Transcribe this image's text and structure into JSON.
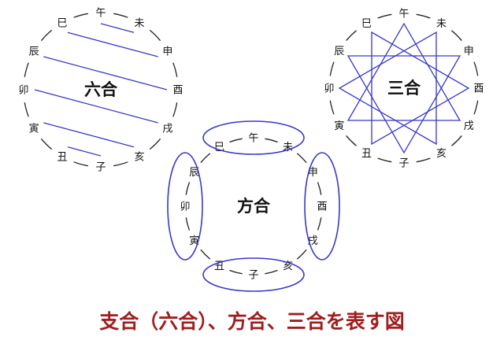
{
  "colors": {
    "lines": "#3838c8",
    "circle": "#222222",
    "caption": "#a01d1d"
  },
  "branches": [
    "子",
    "丑",
    "寅",
    "卯",
    "辰",
    "巳",
    "午",
    "未",
    "申",
    "酉",
    "戌",
    "亥"
  ],
  "diagrams": {
    "rikugo": {
      "title": "六合",
      "pairs": [
        [
          "子",
          "丑"
        ],
        [
          "寅",
          "亥"
        ],
        [
          "卯",
          "戌"
        ],
        [
          "辰",
          "酉"
        ],
        [
          "巳",
          "申"
        ],
        [
          "午",
          "未"
        ]
      ]
    },
    "sango": {
      "title": "三合",
      "triangles": [
        [
          "申",
          "子",
          "辰"
        ],
        [
          "亥",
          "卯",
          "未"
        ],
        [
          "寅",
          "午",
          "戌"
        ],
        [
          "巳",
          "酉",
          "丑"
        ]
      ]
    },
    "hogo": {
      "title": "方合",
      "groups": [
        [
          "寅",
          "卯",
          "辰"
        ],
        [
          "巳",
          "午",
          "未"
        ],
        [
          "申",
          "酉",
          "戌"
        ],
        [
          "亥",
          "子",
          "丑"
        ]
      ]
    }
  },
  "caption": "支合（六合）、方合、三合を表す図"
}
